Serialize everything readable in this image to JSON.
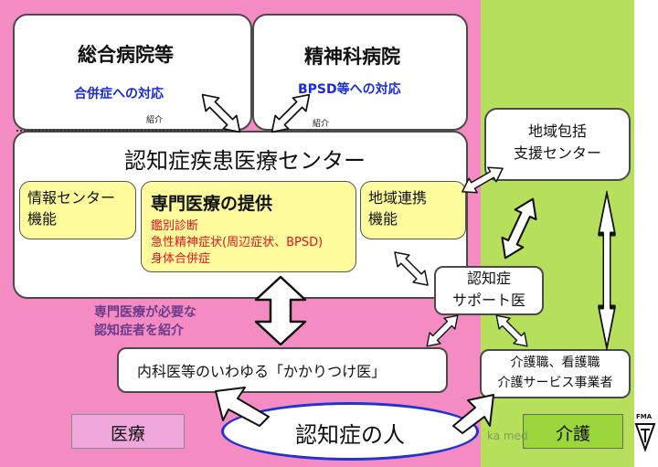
{
  "colors": {
    "medical_bg": "#f48cc3",
    "care_bg": "#b6e05c",
    "yellow_box": "#fdfb9c",
    "accent_blue": "#1a2bd8",
    "accent_red": "#e8121d",
    "purple_text": "#6b3a8c",
    "patient_border": "#2233d0"
  },
  "hospitals": {
    "general": {
      "title": "総合病院等",
      "role": "合併症への対応"
    },
    "psychiatric": {
      "title": "精神科病院",
      "role": "BPSD等への対応"
    },
    "referral_left": "紹介",
    "referral_right": "紹介"
  },
  "center": {
    "title": "認知症疾患医療センター",
    "info_center": "情報センター\n機能",
    "specialized": {
      "title": "専門医療の提供",
      "items": [
        "鑑別診断",
        "急性精神症状(周辺症状、BPSD)",
        "身体合併症"
      ]
    },
    "regional": "地域連携\n機能"
  },
  "support_center": "地域包括\n支援センター",
  "support_doctor": "認知症\nサポート医",
  "referral_note": "専門医療が必要な\n認知症者を紹介",
  "family_doctor": "内科医等のいわゆる「かかりつけ医」",
  "care_staff": "介護職、看護職\n介護サービス事業者",
  "patient": "認知症の人",
  "labels": {
    "medical": "医療",
    "care": "介護"
  },
  "logo": {
    "text": "FMA"
  },
  "watermark": "ka med"
}
